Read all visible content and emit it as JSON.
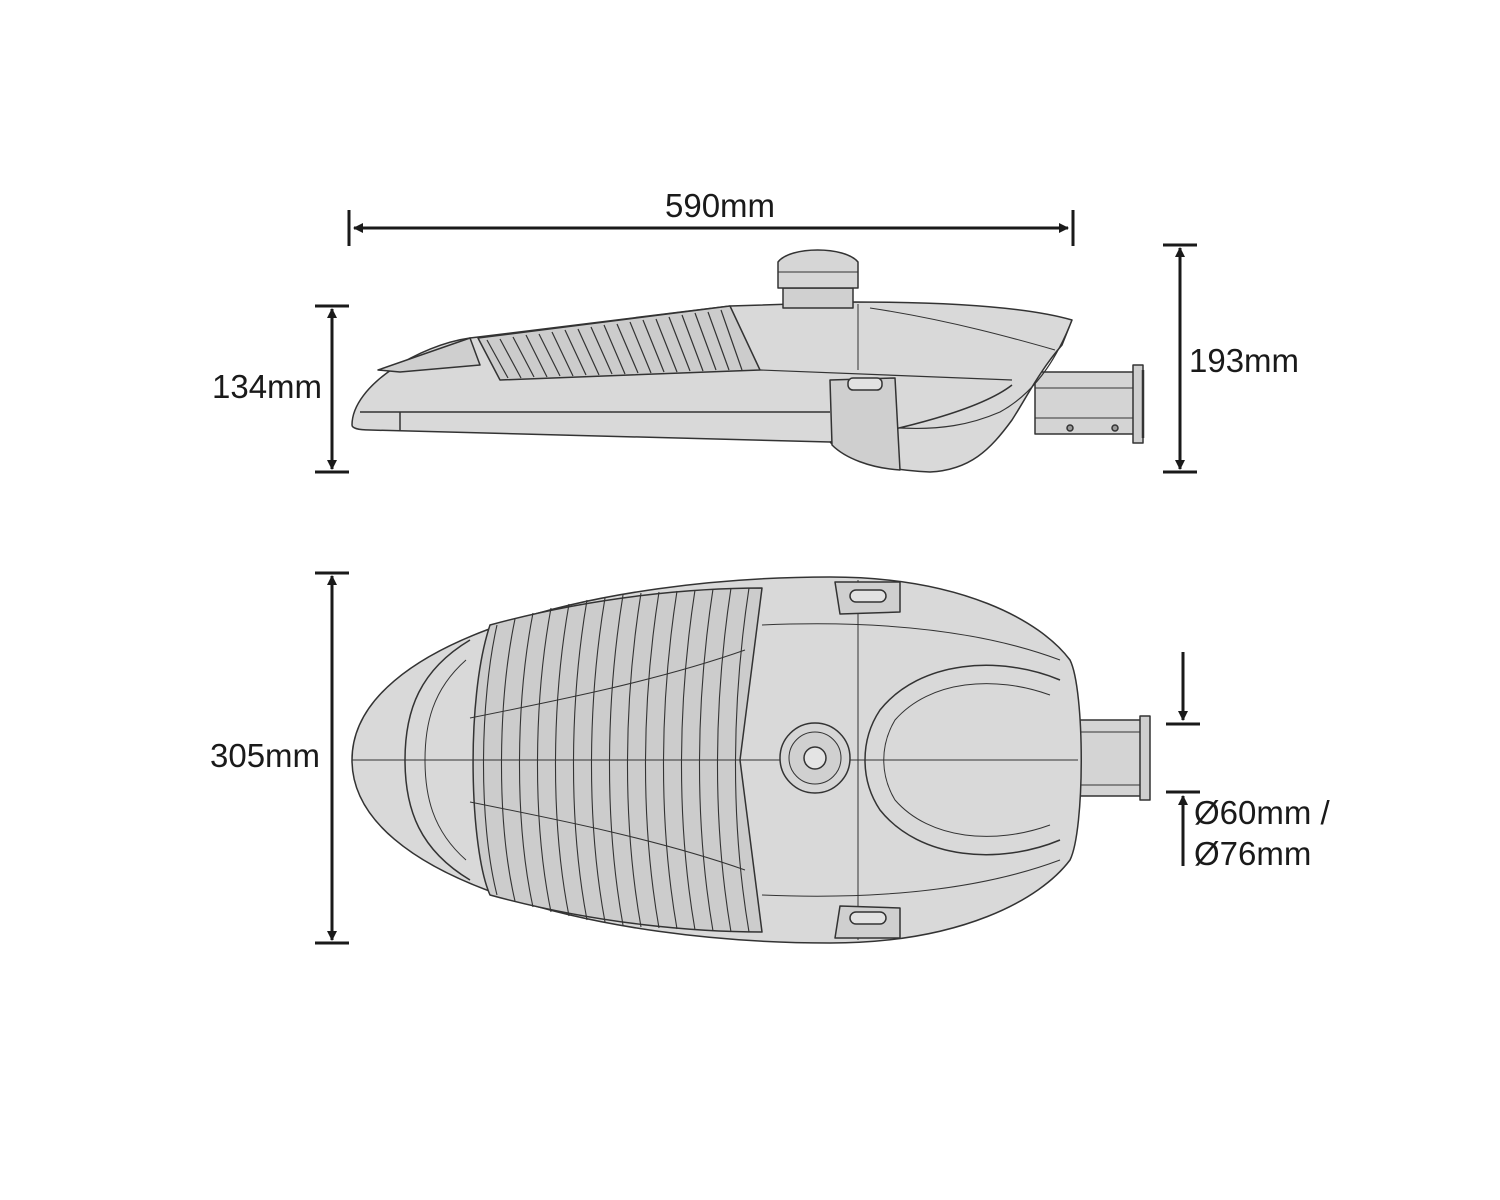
{
  "dimensions": {
    "width": "590mm",
    "side_body_height": "134mm",
    "total_height": "193mm",
    "depth": "305mm",
    "pole_diameter_line1": "Ø60mm /",
    "pole_diameter_line2": "Ø76mm"
  },
  "colors": {
    "line": "#1a1a1a",
    "body_fill": "#d9d9d9",
    "shade_fill": "#c8c8c8",
    "background": "#ffffff"
  }
}
